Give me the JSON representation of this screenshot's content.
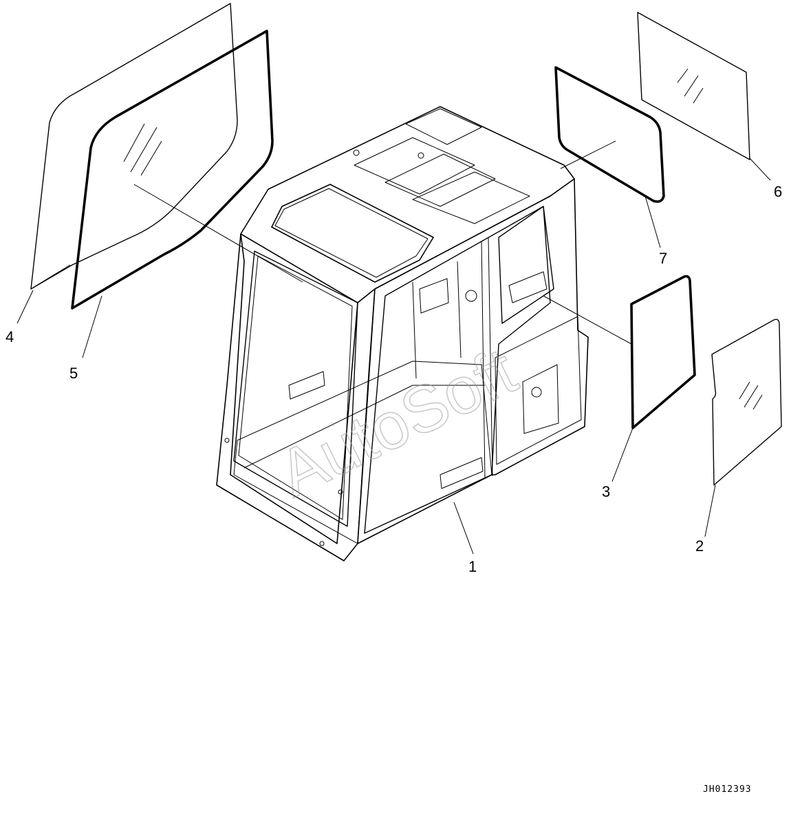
{
  "callouts": [
    "1",
    "2",
    "3",
    "4",
    "5",
    "6",
    "7"
  ],
  "watermark": "AutoSoft",
  "drawing_id": "JH012393",
  "colors": {
    "line": "#000000",
    "background": "#ffffff",
    "watermark": "#9a9a9a"
  }
}
